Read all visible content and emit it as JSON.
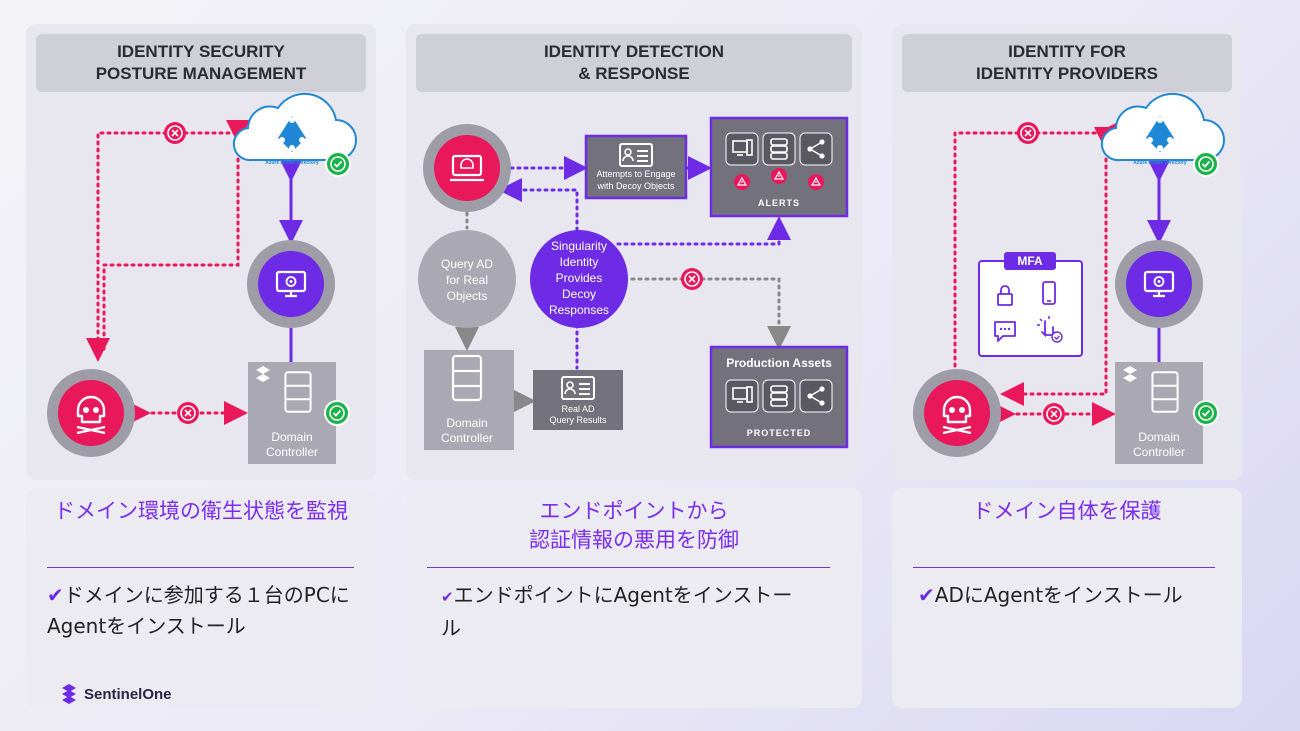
{
  "panels": [
    {
      "title": "IDENTITY SECURITY\nPOSTURE MANAGEMENT",
      "jp_title": "ドメイン環境の衛生状態を監視",
      "bullet": "ドメインに参加する１台のPCにAgentをインストール"
    },
    {
      "title": "IDENTITY DETECTION\n& RESPONSE",
      "jp_title": "エンドポイントから\n認証情報の悪用を防御",
      "bullet": "エンドポイントにAgentをインストール"
    },
    {
      "title": "IDENTITY FOR\nIDENTITY PROVIDERS",
      "jp_title": "ドメイン自体を保護",
      "bullet": "ADにAgentをインストール"
    }
  ],
  "check_mark": "✔",
  "labels": {
    "azure": "Azure Active Directory",
    "domain_controller_1": "Domain",
    "domain_controller_2": "Controller",
    "mfa": "MFA",
    "attempts_1": "Attempts to Engage",
    "attempts_2": "with Decoy Objects",
    "alerts": "ALERTS",
    "production_assets": "Production Assets",
    "protected": "PROTECTED",
    "query_1": "Query AD",
    "query_2": "for Real",
    "query_3": "Objects",
    "singularity_1": "Singularity",
    "singularity_2": "Identity",
    "singularity_3": "Provides",
    "singularity_4": "Decoy",
    "singularity_5": "Responses",
    "real_ad_1": "Real AD",
    "real_ad_2": "Query Results"
  },
  "brand": {
    "name": "SentinelOne"
  },
  "colors": {
    "accent": "#6d2be6",
    "threat": "#e8185b",
    "ok": "#19b34a",
    "arrow_pink": "#e8185b",
    "arrow_purple": "#6d2be6"
  }
}
